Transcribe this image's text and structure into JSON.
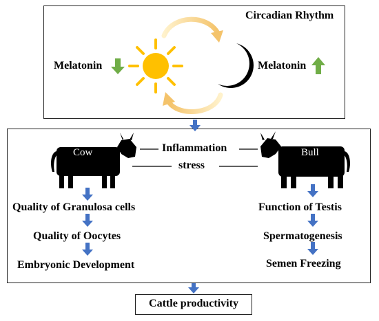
{
  "top_panel": {
    "title": "Circadian Rhythm",
    "left_label": "Melatonin",
    "right_label": "Melatonin",
    "down_arrow_color": "#70ad47",
    "up_arrow_color": "#70ad47",
    "sun_color": "#ffc000",
    "cycle_arrow_color": "#ffd966"
  },
  "middle_panel": {
    "cow_label": "Cow",
    "bull_label": "Bull",
    "inflammation_label": "Inflammation",
    "stress_label": "stress",
    "cow_chain": [
      "Quality of Granulosa cells",
      "Quality of Oocytes",
      "Embryonic Development"
    ],
    "bull_chain": [
      "Function of Testis",
      "Spermatogenesis",
      "Semen Freezing"
    ],
    "flow_arrow_color": "#4472c4"
  },
  "bottom": {
    "label": "Cattle productivity"
  }
}
